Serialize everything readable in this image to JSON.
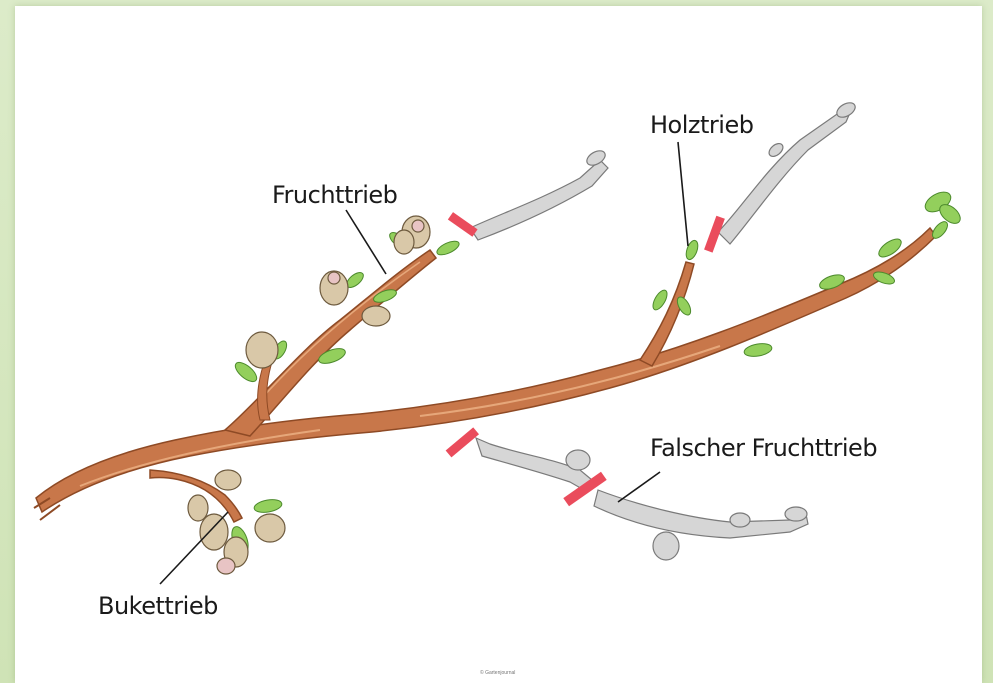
{
  "labels": {
    "fruchttrieb": "Fruchttrieb",
    "holztrieb": "Holztrieb",
    "falscher_fruchttrieb": "Falscher Fruchttrieb",
    "bukettrieb": "Bukettrieb"
  },
  "credit": "© Gartenjournal",
  "colors": {
    "branch": "#c8774a",
    "branch_dark": "#8e4a25",
    "leaf": "#93cf5c",
    "bud": "#d9c8a8",
    "blossom_tip": "#e8c4c4",
    "cut_shoot": "#d6d6d6",
    "cut_mark": "#ea4c5c",
    "background": "#d3e6bd"
  }
}
